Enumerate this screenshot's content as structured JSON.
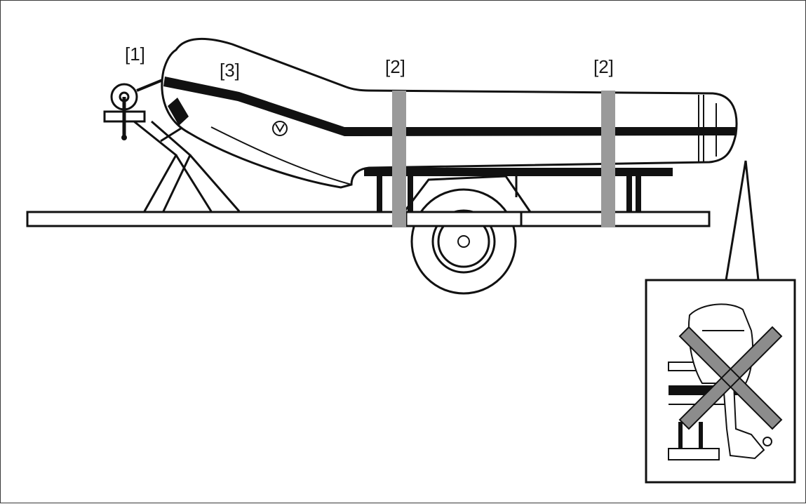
{
  "callouts": {
    "winch_strap": "[1]",
    "tie_down_front": "[2]",
    "tie_down_rear": "[2]",
    "rope_line": "[3]"
  },
  "colors": {
    "line": "#111111",
    "strap": "#9a9a9a",
    "cross": "#8c8c8c",
    "background": "#ffffff"
  },
  "icons": [
    "winch-icon",
    "trailer-wheel-icon",
    "outboard-motor-icon",
    "prohibited-x-icon"
  ]
}
